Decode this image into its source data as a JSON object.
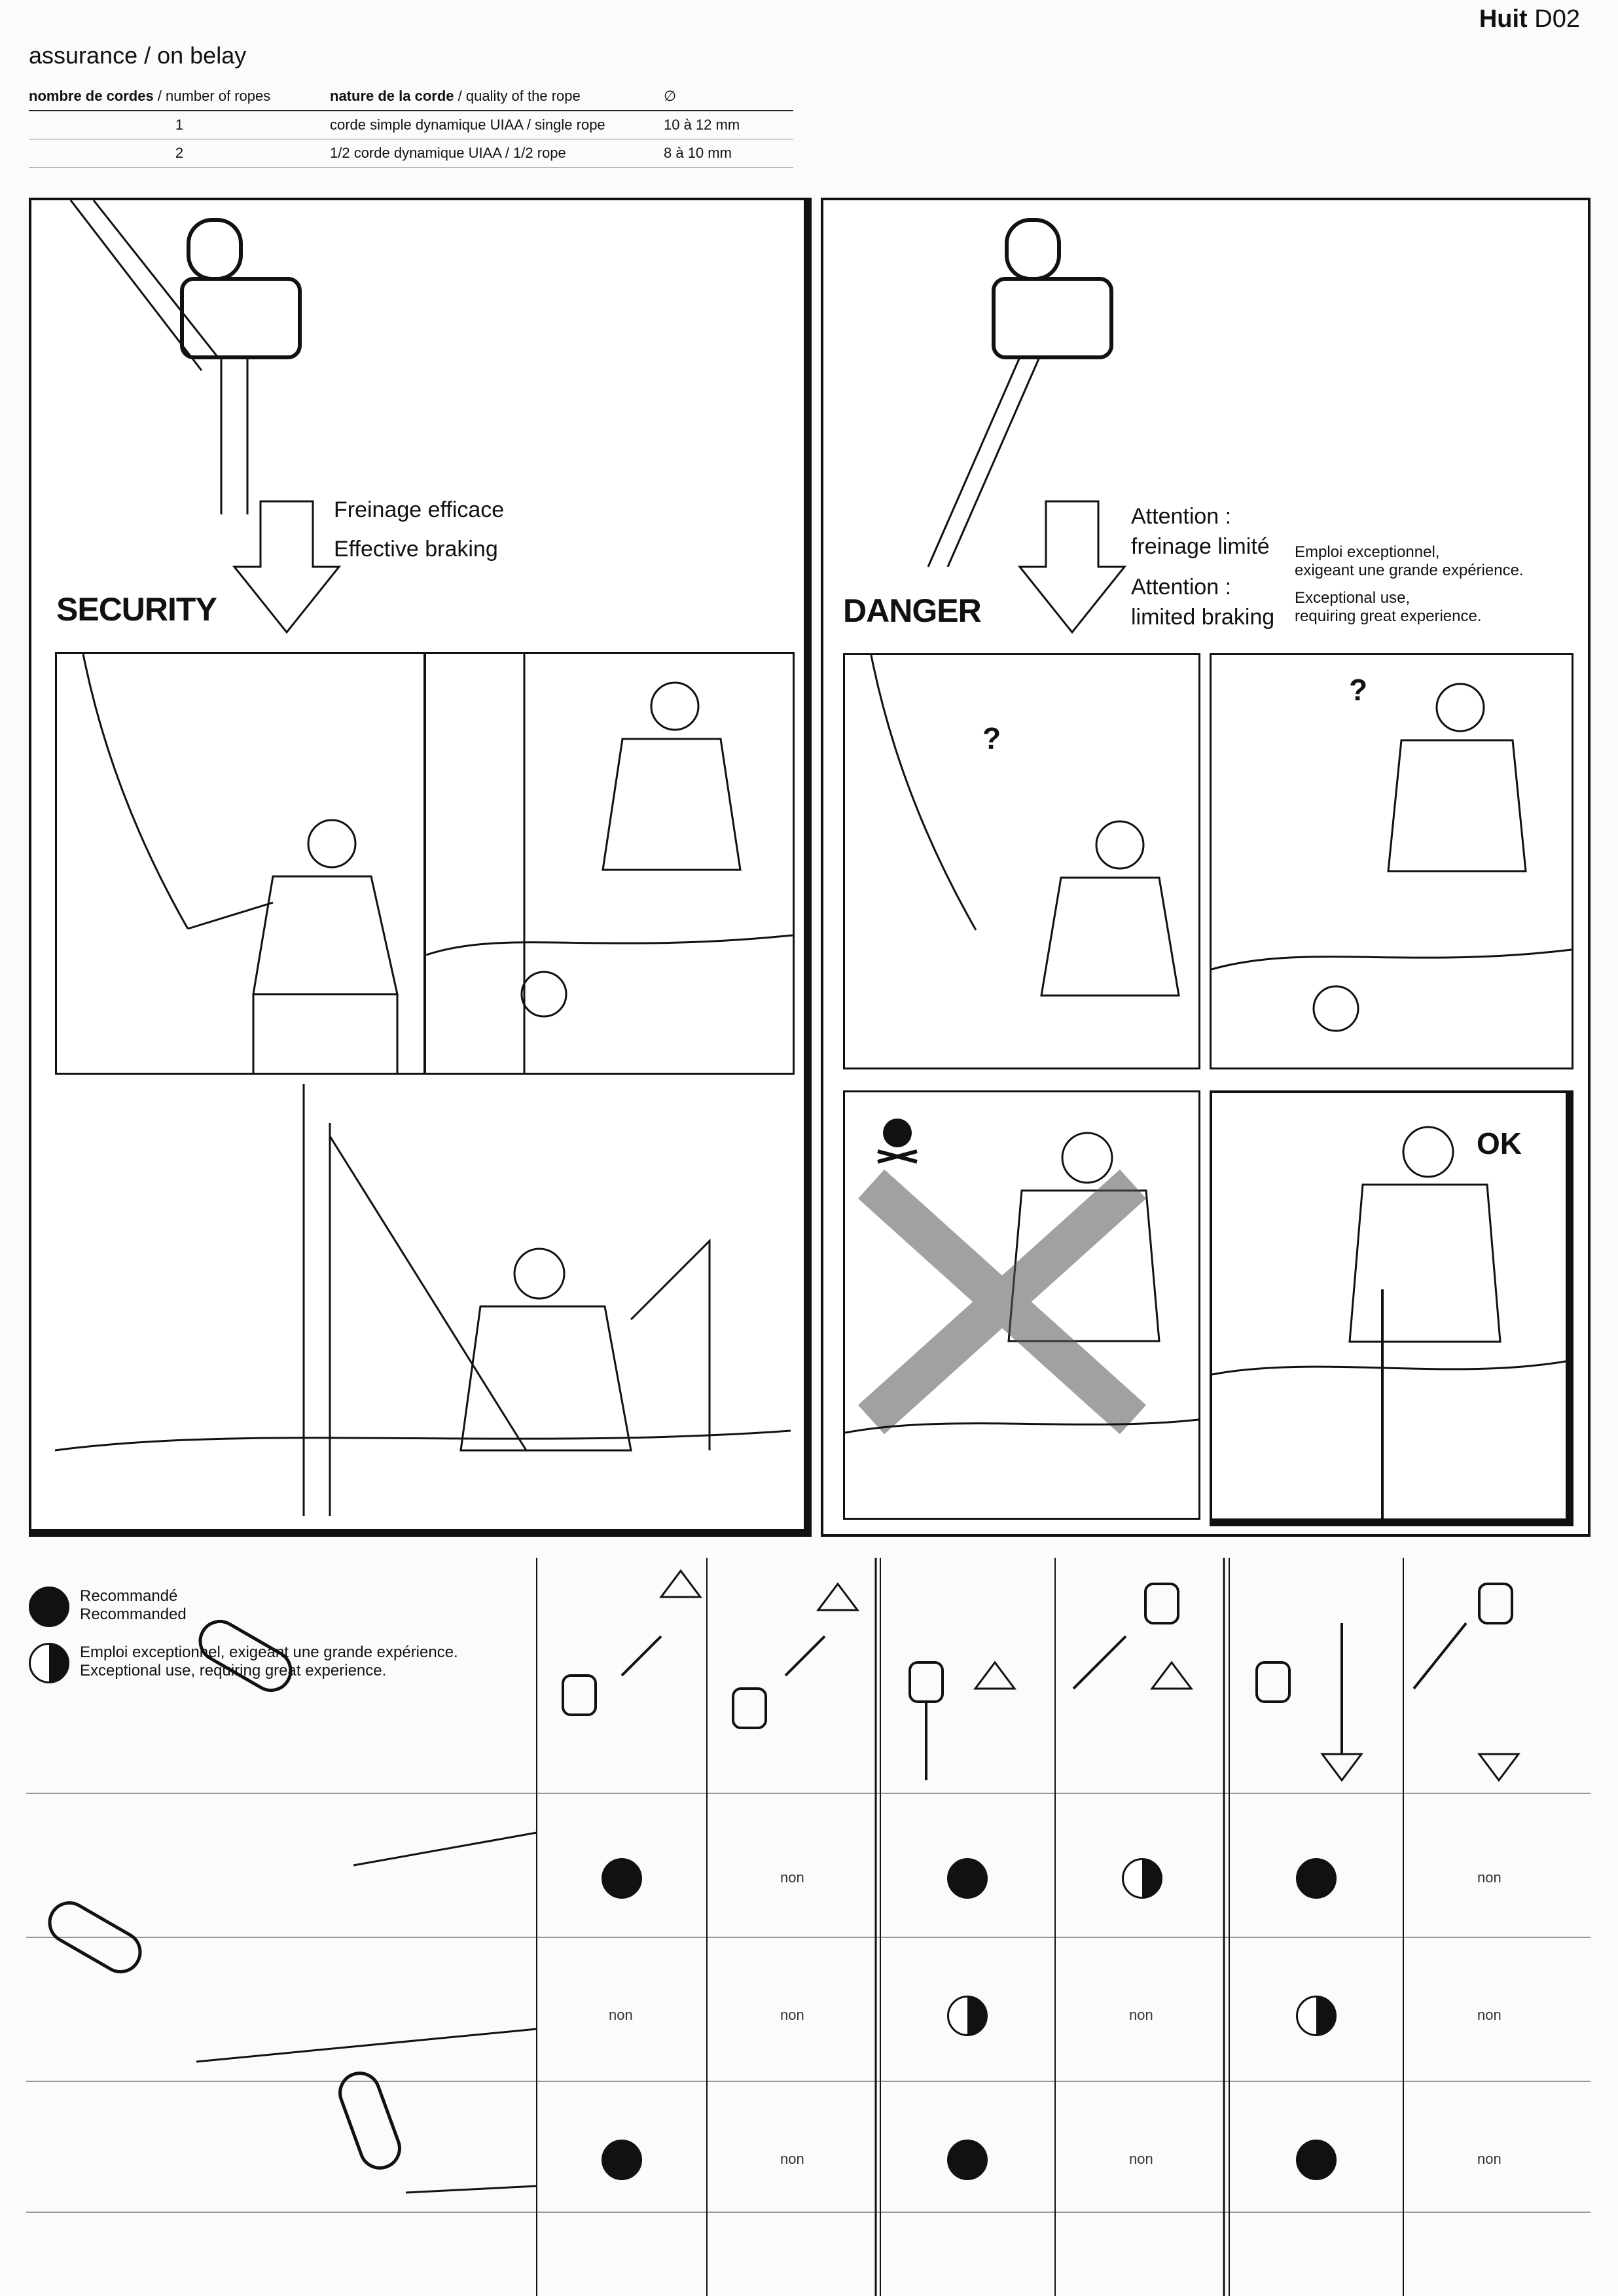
{
  "doc": {
    "code_bold": "Huit",
    "code_rest": "D02",
    "section_title": "assurance / on belay"
  },
  "rope_table": {
    "headers": [
      {
        "bold": "nombre de cordes",
        "rest": " / number of ropes"
      },
      {
        "bold": "nature de la corde",
        "rest": " / quality of the rope"
      },
      {
        "bold": "∅",
        "rest": ""
      }
    ],
    "rows": [
      [
        "1",
        "corde simple dynamique UIAA / single rope",
        "10 à 12 mm"
      ],
      [
        "2",
        "1/2 corde dynamique UIAA / 1/2 rope",
        "8 à 10 mm"
      ]
    ]
  },
  "security": {
    "word": "SECURITY",
    "fr": "Freinage efficace",
    "en": "Effective braking"
  },
  "danger": {
    "word": "DANGER",
    "fr1": "Attention :",
    "fr2": "freinage limité",
    "en1": "Attention :",
    "en2": "limited braking",
    "note1": "Emploi exceptionnel,",
    "note2": "exigeant une grande expérience.",
    "note3": "Exceptional use,",
    "note4": "requiring great experience.",
    "ok": "OK",
    "question": "?"
  },
  "legend": {
    "rec_fr": "Recommandé",
    "rec_en": "Recommanded",
    "exc_fr": "Emploi exceptionnel, exigeant une grande expérience.",
    "exc_en": "Exceptional use, requiring great experience."
  },
  "matrix": {
    "non": "non",
    "rows": [
      [
        "full",
        "non",
        "full",
        "half",
        "full",
        "non"
      ],
      [
        "non",
        "non",
        "half",
        "non",
        "half",
        "non"
      ],
      [
        "full",
        "non",
        "full",
        "non",
        "full",
        "non"
      ]
    ]
  },
  "colors": {
    "ink": "#111111",
    "paper": "#fbfbfa"
  }
}
